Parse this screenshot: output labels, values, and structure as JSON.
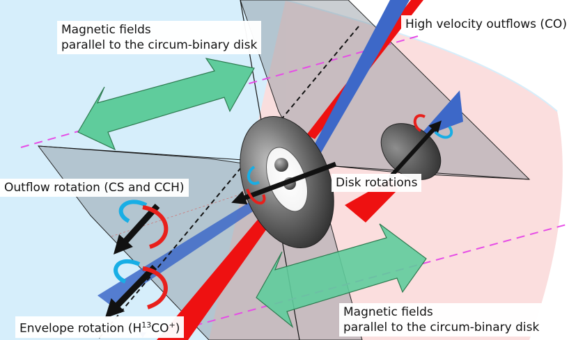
{
  "labels": {
    "magnetic_top": {
      "line1": "Magnetic fields",
      "line2": "parallel to the circum-binary disk"
    },
    "high_velocity": "High velocity outflows (CO)",
    "outflow_rotation": "Outflow rotation (CS and CCH)",
    "disk_rotations": "Disk rotations",
    "envelope_rotation": {
      "prefix": "Envelope rotation (H",
      "sup1": "13",
      "mid": "CO",
      "sup2": "+",
      "suffix": ")"
    },
    "magnetic_bottom": {
      "line1": "Magnetic fields",
      "line2": "parallel to the circum-binary disk"
    }
  },
  "colors": {
    "blue_region": "#d6eefb",
    "pink_region": "#fbdcdc",
    "gray_plane": "#8a939b",
    "green_arrow": "#5fcc9c",
    "magenta_dash": "#e64ce6",
    "red_outflow": "#ee1111",
    "blue_outflow": "#3d68c8",
    "torus_gray": "#5f5f5f",
    "rotation_red": "#e8201c",
    "rotation_cyan": "#18aee5"
  }
}
